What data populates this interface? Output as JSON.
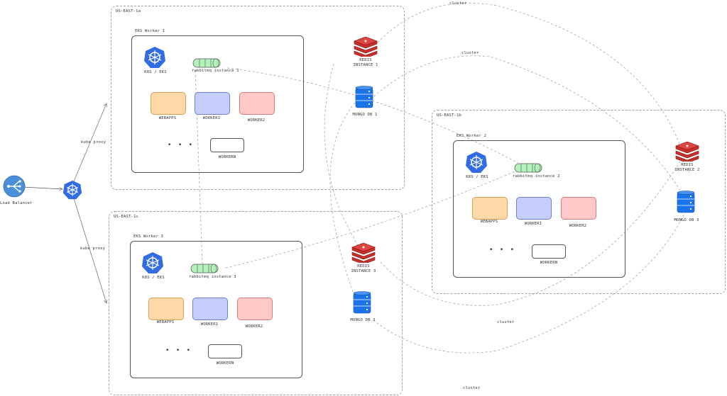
{
  "regions": {
    "r1": {
      "label": "US-EAST-1a"
    },
    "r2": {
      "label": "US-EAST-1b"
    },
    "r3": {
      "label": "US-EAST-1c"
    }
  },
  "workers": {
    "w1": {
      "title": "EKS Worker 1",
      "k8s": "K8S / EKS",
      "queue": "rabbitmq instance 1",
      "apps": [
        "WEBAPPS",
        "WORKER1",
        "WORKER2"
      ],
      "dots": "• • •",
      "workern": "WORKERN"
    },
    "w2": {
      "title": "EKS Worker 2",
      "k8s": "K8S / EKS",
      "queue": "rabbitmq instance 2",
      "apps": [
        "WEBAPPS",
        "WORKER1",
        "WORKER2"
      ],
      "dots": "• • •",
      "workern": "WORKERN"
    },
    "w3": {
      "title": "EKS Worker 3",
      "k8s": "K8S / EKS",
      "queue": "rabbitmq instance 3",
      "apps": [
        "WEBAPPS",
        "WORKER1",
        "WORKER2"
      ],
      "dots": "• • •",
      "workern": "WORKERN"
    }
  },
  "redis": {
    "r1": {
      "line1": "REDIS",
      "line2": "INSTANCE 1"
    },
    "r2": {
      "line1": "REDIS",
      "line2": "INSTANCE 2"
    },
    "r3": {
      "line1": "REDIS",
      "line2": "INSTANCE 3"
    }
  },
  "mongo": {
    "m1": "MONGO DB 1",
    "m2": "MONGO DB 3",
    "m3": "MONGO DB 3"
  },
  "load_balancer": "Load Balancer",
  "proxy_top": "kube proxy",
  "proxy_bottom": "kube proxy",
  "cluster_labels": [
    "cluster",
    "cluster",
    "cluster",
    "cluster"
  ],
  "colors": {
    "k8s_blue": "#326ce5",
    "redis_red": "#c9302c",
    "mongo_blue": "#1a73e8",
    "rabbit_green": "#b2f2bb",
    "web_orange": "#ffd8a8",
    "worker1_blue": "#a5b4fc",
    "worker2_red": "#ffc9c9",
    "lb_blue": "#4a90d9"
  }
}
